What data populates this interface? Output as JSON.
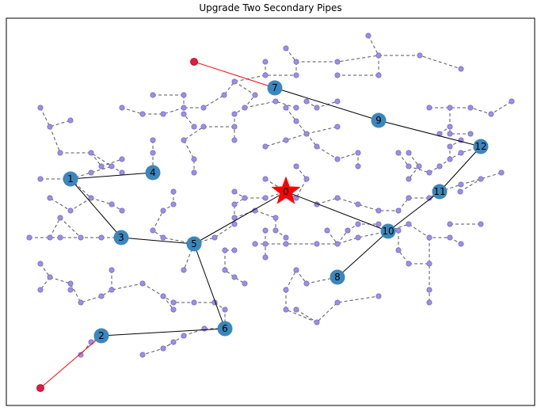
{
  "title": "Upgrade Two Secondary Pipes",
  "colors": {
    "frame": "#000000",
    "hub_fill": "#3a87bd",
    "minor_fill": "#9a90e0",
    "minor_stroke": "#6a5acd",
    "source_fill": "#ff0000",
    "upgrade_pipe": "#ff0000",
    "upgrade_node_fill": "#e8174a",
    "primary_pipe": "#000000",
    "secondary_pipe": "#555555"
  },
  "icons": {
    "source": "red-star-icon"
  },
  "source": {
    "label": "0"
  },
  "hubs": [
    {
      "id": "1",
      "label": "1"
    },
    {
      "id": "2",
      "label": "2"
    },
    {
      "id": "3",
      "label": "3"
    },
    {
      "id": "4",
      "label": "4"
    },
    {
      "id": "5",
      "label": "5"
    },
    {
      "id": "6",
      "label": "6"
    },
    {
      "id": "7",
      "label": "7"
    },
    {
      "id": "8",
      "label": "8"
    },
    {
      "id": "9",
      "label": "9"
    },
    {
      "id": "10",
      "label": "10"
    },
    {
      "id": "11",
      "label": "11"
    },
    {
      "id": "12",
      "label": "12"
    }
  ],
  "primary_pipes": [
    [
      "0",
      "5"
    ],
    [
      "0",
      "10"
    ],
    [
      "5",
      "3"
    ],
    [
      "5",
      "6"
    ],
    [
      "3",
      "1"
    ],
    [
      "1",
      "4"
    ],
    [
      "6",
      "2"
    ],
    [
      "7",
      "9"
    ],
    [
      "9",
      "12"
    ],
    [
      "12",
      "11"
    ],
    [
      "11",
      "10"
    ],
    [
      "10",
      "8"
    ]
  ],
  "upgraded_pipes": [
    [
      "2",
      "u1"
    ],
    [
      "7",
      "u2"
    ]
  ],
  "upgrade_nodes": [
    "u1",
    "u2"
  ]
}
